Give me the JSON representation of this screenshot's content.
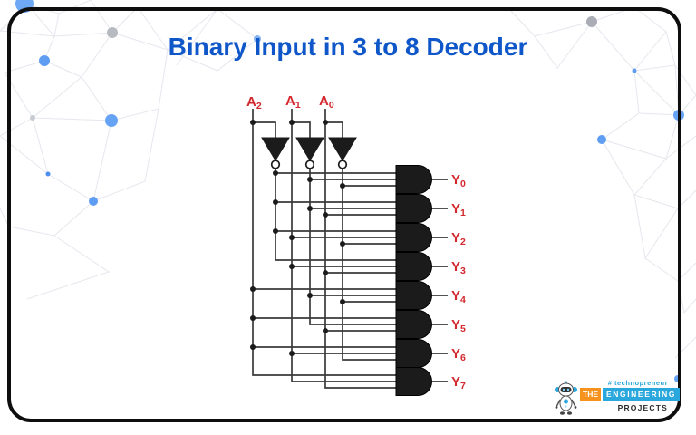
{
  "title": "Binary Input in 3 to 8 Decoder",
  "circuit": {
    "type": "3-to-8 line decoder logic diagram",
    "gate_type": "AND",
    "gate_count": 8,
    "inverter_count": 3,
    "inputs": [
      {
        "base": "A",
        "sub": "2"
      },
      {
        "base": "A",
        "sub": "1"
      },
      {
        "base": "A",
        "sub": "0"
      }
    ],
    "outputs": [
      {
        "base": "Y",
        "sub": "0",
        "minterm": "A2'·A1'·A0'"
      },
      {
        "base": "Y",
        "sub": "1",
        "minterm": "A2'·A1'·A0"
      },
      {
        "base": "Y",
        "sub": "2",
        "minterm": "A2'·A1·A0'"
      },
      {
        "base": "Y",
        "sub": "3",
        "minterm": "A2'·A1·A0"
      },
      {
        "base": "Y",
        "sub": "4",
        "minterm": "A2·A1'·A0'"
      },
      {
        "base": "Y",
        "sub": "5",
        "minterm": "A2·A1'·A0"
      },
      {
        "base": "Y",
        "sub": "6",
        "minterm": "A2·A1·A0'"
      },
      {
        "base": "Y",
        "sub": "7",
        "minterm": "A2·A1·A0"
      }
    ]
  },
  "logo": {
    "hashtag": "# technopreneur",
    "word_the": "THE",
    "word_engineering": "ENGINEERING",
    "word_projects": "PROJECTS"
  },
  "colors": {
    "title": "#0f57c9",
    "signal_label": "#d2282e",
    "wire": "#3a3a3a",
    "gate_fill": "#1b1b1b",
    "logo_orange": "#f6921e",
    "logo_blue": "#2aa7dc",
    "projects_text": "#2b2b2b"
  }
}
